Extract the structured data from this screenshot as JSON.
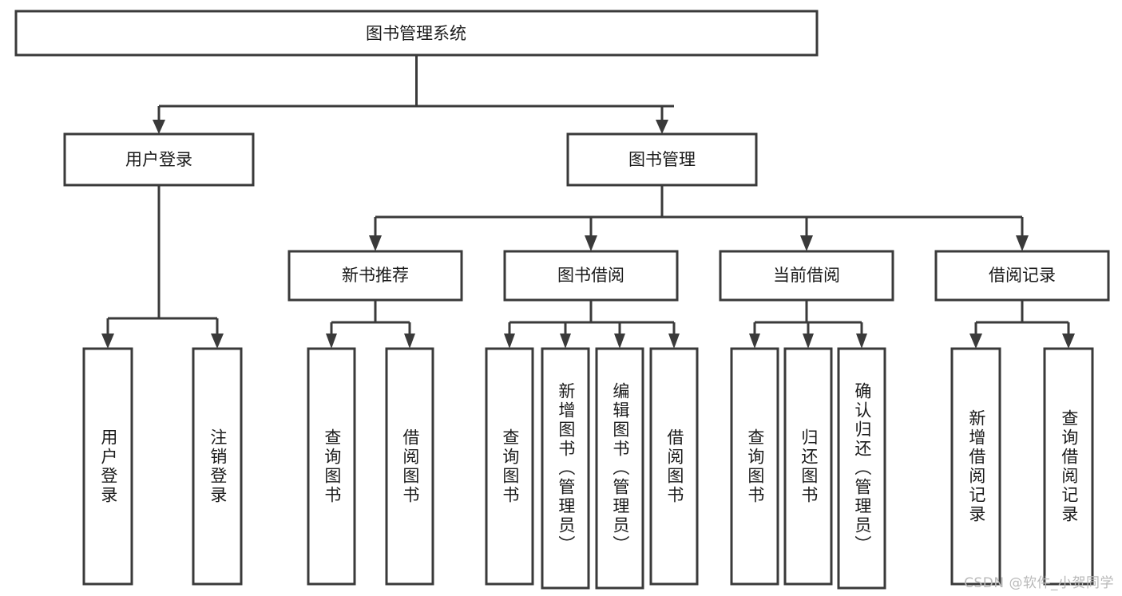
{
  "diagram": {
    "title": "图书管理系统",
    "watermark": "CSDN @软件_小贺同学",
    "colors": {
      "stroke": "#3a3a3a",
      "fill": "#ffffff",
      "text": "#1a1a1a",
      "watermark": "#b9b9b9",
      "background": "#ffffff"
    },
    "root": {
      "label": "图书管理系统"
    },
    "level2": [
      {
        "label": "用户登录"
      },
      {
        "label": "图书管理"
      }
    ],
    "level3": [
      {
        "label": "新书推荐"
      },
      {
        "label": "图书借阅"
      },
      {
        "label": "当前借阅"
      },
      {
        "label": "借阅记录"
      }
    ],
    "leaves": {
      "user_login": [
        {
          "label": "用户登录"
        },
        {
          "label": "注销登录"
        }
      ],
      "new_book_recommend": [
        {
          "label": "查询图书"
        },
        {
          "label": "借阅图书"
        }
      ],
      "book_borrow": [
        {
          "label": "查询图书"
        },
        {
          "label": "新增图书（管理员）"
        },
        {
          "label": "编辑图书（管理员）"
        },
        {
          "label": "借阅图书"
        }
      ],
      "current_borrow": [
        {
          "label": "查询图书"
        },
        {
          "label": "归还图书"
        },
        {
          "label": "确认归还（管理员）"
        }
      ],
      "borrow_record": [
        {
          "label": "新增借阅记录"
        },
        {
          "label": "查询借阅记录"
        }
      ]
    }
  }
}
